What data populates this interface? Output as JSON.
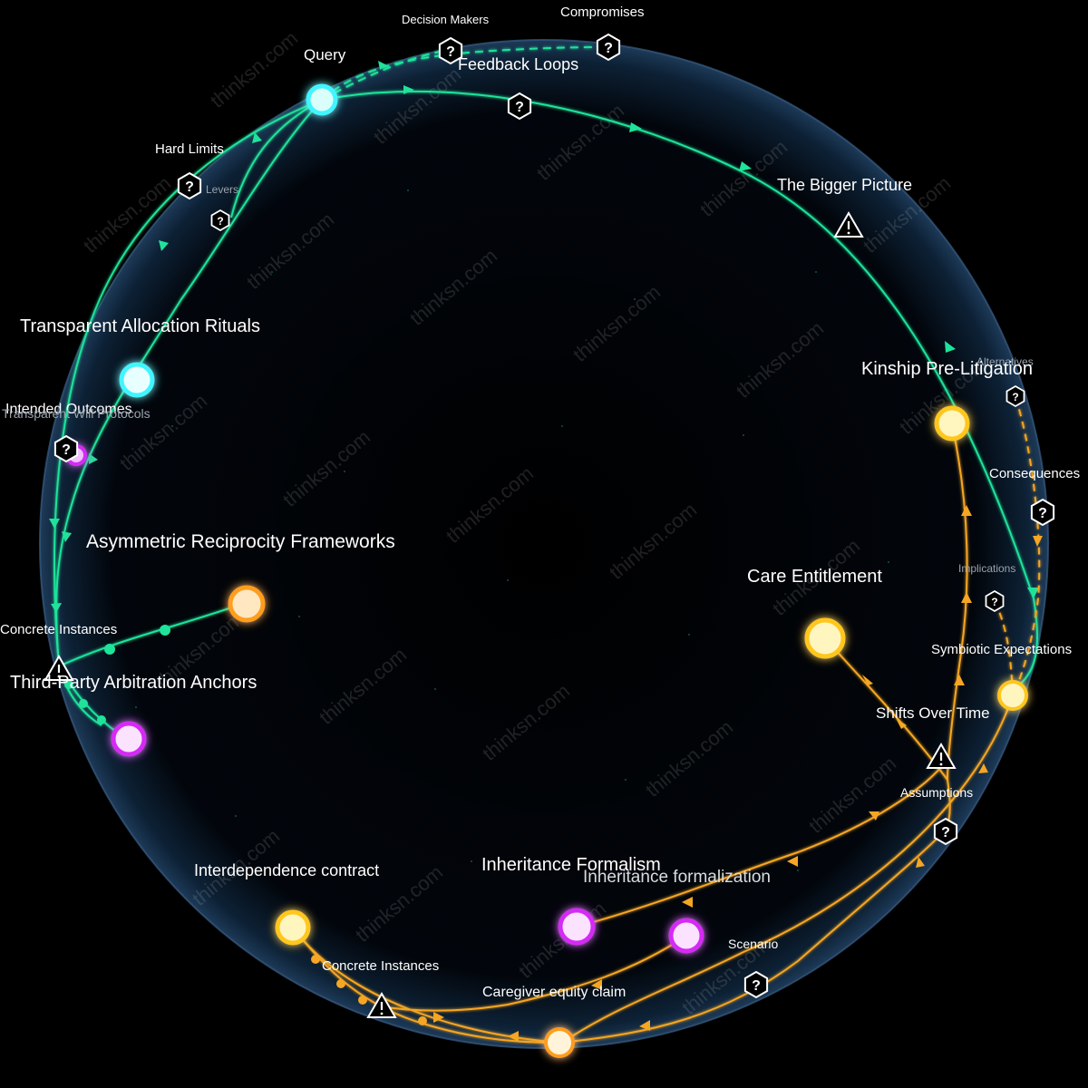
{
  "colors": {
    "background": "#000000",
    "sphere_edge": "#3b5f86",
    "green_thread": "#1fe39a",
    "amber_thread": "#f5a623",
    "node_cyan": "#3ff5ff",
    "node_orange": "#ff9d1e",
    "node_yellow": "#ffc61a",
    "node_magenta": "#d52cf5"
  },
  "watermark": "thinksn.com",
  "nodes": {
    "query": "Query",
    "transparent_allocation": "Transparent Allocation Rituals",
    "asymmetric_reciprocity": "Asymmetric Reciprocity Frameworks",
    "third_party_arbitration": "Third-Party Arbitration Anchors",
    "kinship_pre_litigation": "Kinship Pre-Litigation",
    "care_entitlement": "Care Entitlement",
    "symbiotic_expectations": "Symbiotic Expectations",
    "interdependence_contract": "Interdependence contract",
    "inheritance_formalism": "Inheritance Formalism",
    "inheritance_formalization": "Inheritance formalization",
    "caregiver_equity_claim": "Caregiver equity claim",
    "transparent_will_protocols": "Transparent Will Protocols"
  },
  "markers": {
    "decision_makers": "Decision Makers",
    "compromises": "Compromises",
    "feedback_loops": "Feedback Loops",
    "hard_limits": "Hard Limits",
    "levers": "Levers",
    "the_bigger_picture": "The Bigger Picture",
    "alternatives": "Alternatives",
    "consequences": "Consequences",
    "implications": "Implications",
    "intended_outcomes": "Intended Outcomes",
    "concrete_instances_left": "Concrete Instances",
    "shifts_over_time": "Shifts Over Time",
    "assumptions": "Assumptions",
    "scenario": "Scenario",
    "concrete_instances_bottom": "Concrete Instances"
  },
  "icons": {
    "question": "?",
    "warning": "!"
  }
}
